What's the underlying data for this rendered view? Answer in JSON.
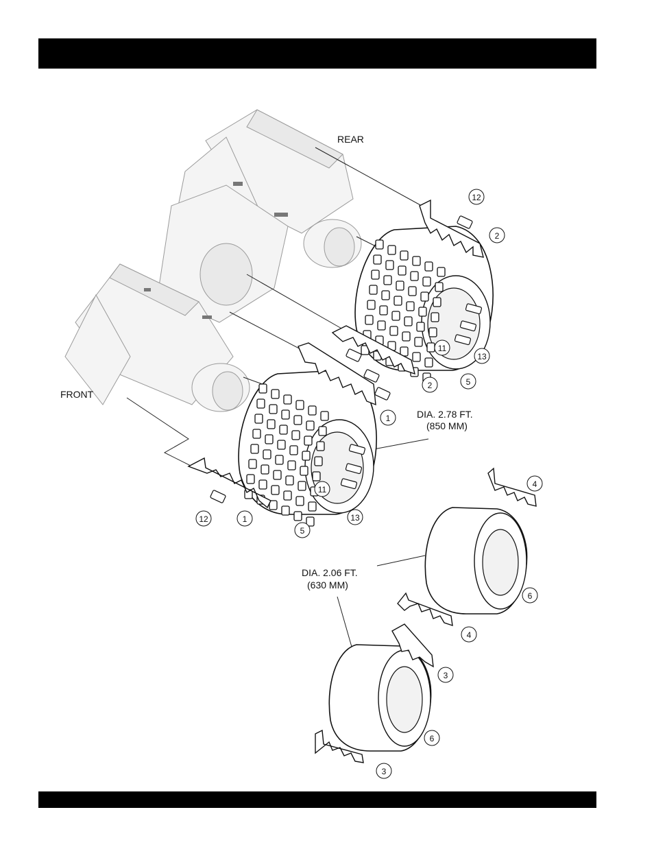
{
  "labels": {
    "rear": "REAR",
    "front": "FRONT",
    "dia_large_ft": "DIA. 2.78 FT.",
    "dia_large_mm": "(850 MM)",
    "dia_small_ft": "DIA. 2.06 FT.",
    "dia_small_mm": "(630 MM)"
  },
  "callouts": [
    "12",
    "2",
    "1",
    "2",
    "5",
    "11",
    "13",
    "1",
    "12",
    "11",
    "5",
    "13",
    "4",
    "6",
    "4",
    "3",
    "6",
    "3"
  ]
}
